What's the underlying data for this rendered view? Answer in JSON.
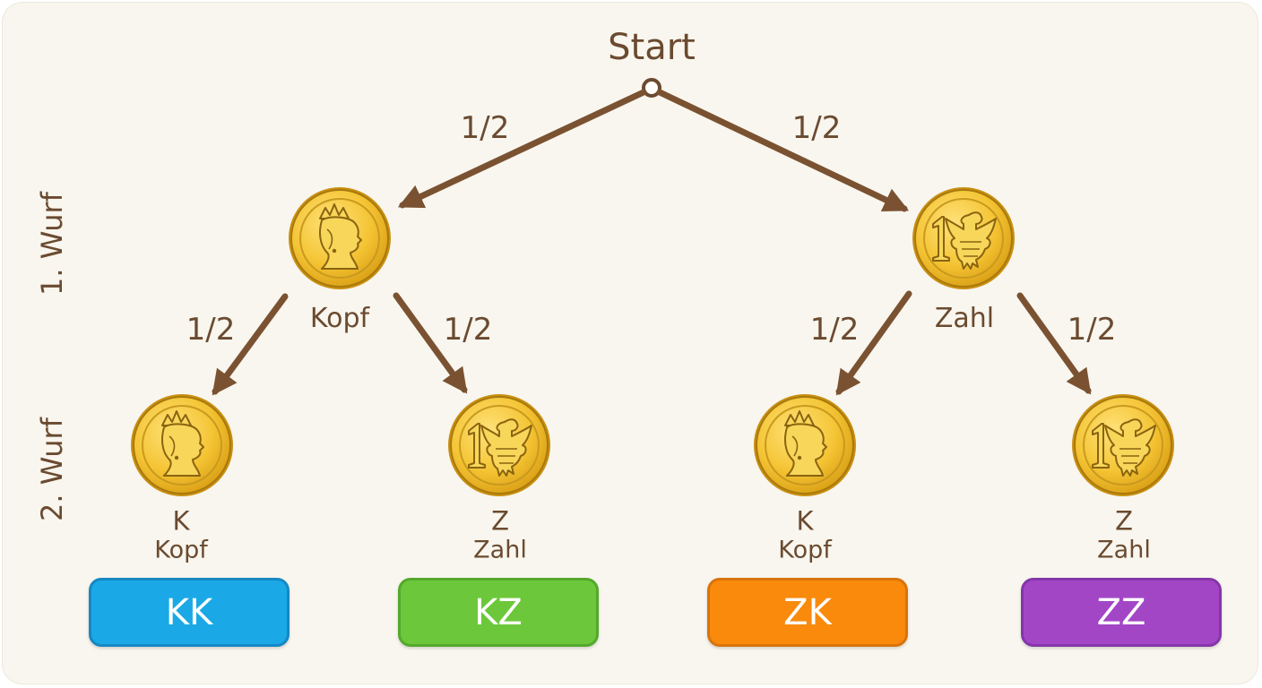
{
  "root": {
    "label": "Start"
  },
  "rows": {
    "first": "1. Wurf",
    "second": "2. Wurf"
  },
  "branches": {
    "start_to_kopf": "1/2",
    "start_to_zahl": "1/2",
    "kopf_to_kopf": "1/2",
    "kopf_to_zahl": "1/2",
    "zahl_to_kopf": "1/2",
    "zahl_to_zahl": "1/2"
  },
  "level1": [
    {
      "label": "Kopf",
      "side": "heads"
    },
    {
      "label": "Zahl",
      "side": "tails"
    }
  ],
  "level2": [
    {
      "short": "K",
      "label": "Kopf",
      "side": "heads"
    },
    {
      "short": "Z",
      "label": "Zahl",
      "side": "tails"
    },
    {
      "short": "K",
      "label": "Kopf",
      "side": "heads"
    },
    {
      "short": "Z",
      "label": "Zahl",
      "side": "tails"
    }
  ],
  "outcomes": [
    {
      "label": "KK",
      "color": "#1aa9e6",
      "border": "#1588c4"
    },
    {
      "label": "KZ",
      "color": "#6cc83a",
      "border": "#55a82c"
    },
    {
      "label": "ZK",
      "color": "#f98a0c",
      "border": "#d9730a"
    },
    {
      "label": "ZZ",
      "color": "#a246c6",
      "border": "#8536a9"
    }
  ],
  "colors": {
    "ink": "#6b4a30",
    "branch": "#7a5232",
    "coin": "#f2c233",
    "coin_edge": "#b8860b"
  },
  "icons": {
    "heads": "queen-portrait-icon",
    "tails": "eagle-ten-icon"
  }
}
